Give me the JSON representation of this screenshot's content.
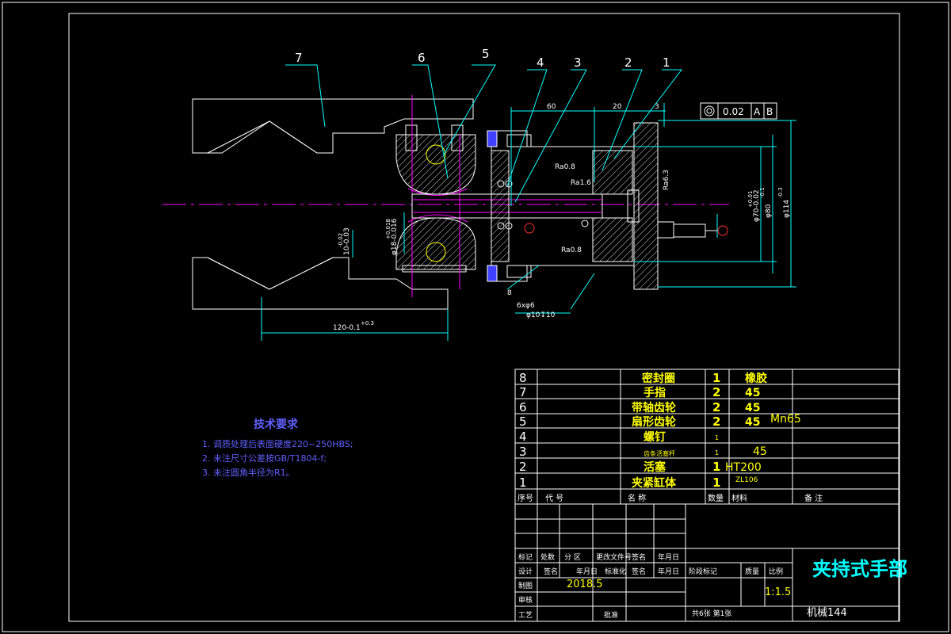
{
  "part_labels": [
    "7",
    "6",
    "5",
    "4",
    "3",
    "2",
    "1"
  ],
  "dimensions": {
    "d60": "60",
    "d20": "20",
    "d3": "3",
    "tol": "0.02",
    "datum_a": "A",
    "datum_b": "B",
    "ra08_1": "Ra0.8",
    "ra16": "Ra1.6",
    "ra08_2": "Ra0.8",
    "ra63": "Ra6.3",
    "d_box": "8",
    "holes": "6xφ6",
    "hole_depth": "φ10↧10",
    "d120": "120-0.1",
    "d120_tol": "+0.3",
    "d10": "10-0.03",
    "d10_tol": "-0.02",
    "d18": "φ18-0.016",
    "d18_tol": "+0.018",
    "d70": "φ70-0.02",
    "d70_tol": "+0.01",
    "d80": "φ80",
    "d80_tol": "-0.1",
    "d114": "φ114",
    "d114_tol": "-0.3"
  },
  "notes": {
    "title": "技术要求",
    "items": [
      "1. 调质处理后表面硬度220~250HBS;",
      "2. 未注尺寸公差按GB/T1804-f;",
      "3. 未注圆角半径为R1。"
    ]
  },
  "bom": [
    {
      "no": "8",
      "name": "密封圈",
      "qty": "1",
      "material": "橡胶",
      "extra": ""
    },
    {
      "no": "7",
      "name": "手指",
      "qty": "2",
      "material": "45",
      "extra": ""
    },
    {
      "no": "6",
      "name": "带轴齿轮",
      "qty": "2",
      "material": "45",
      "extra": ""
    },
    {
      "no": "5",
      "name": "扇形齿轮",
      "qty": "2",
      "material": "45",
      "extra": "Mn65"
    },
    {
      "no": "4",
      "name": "螺钉",
      "qty": "1",
      "material": "",
      "extra": ""
    },
    {
      "no": "3",
      "name": "齿条活塞杆",
      "qty": "1",
      "material": "45",
      "extra": ""
    },
    {
      "no": "2",
      "name": "活塞",
      "qty": "1",
      "material": "HT200",
      "extra": ""
    },
    {
      "no": "1",
      "name": "夹紧缸体",
      "qty": "1",
      "material": "ZL106",
      "extra": ""
    }
  ],
  "bom_header": {
    "no": "序号",
    "code": "代  号",
    "name": "名  称",
    "qty": "数量",
    "material": "材料",
    "remark": "备  注"
  },
  "title_block": {
    "mark": "标记",
    "count": "处数",
    "zone": "分  区",
    "change_doc": "更改文件号",
    "sign": "签名",
    "date": "年月日",
    "design": "设计",
    "sign2": "签名",
    "date2": "年月日",
    "standard": "标准化",
    "sign3": "签名",
    "date3": "年月日",
    "stage": "阶段标记",
    "weight": "质量",
    "scale_label": "比例",
    "draw": "制图",
    "draw_date": "2018.5",
    "scale": "1:1.5",
    "check": "审核",
    "process": "工艺",
    "approve": "批准",
    "sheets": "共6张  第1张",
    "drawing_title": "夹持式手部",
    "drawing_no": "机械144"
  }
}
